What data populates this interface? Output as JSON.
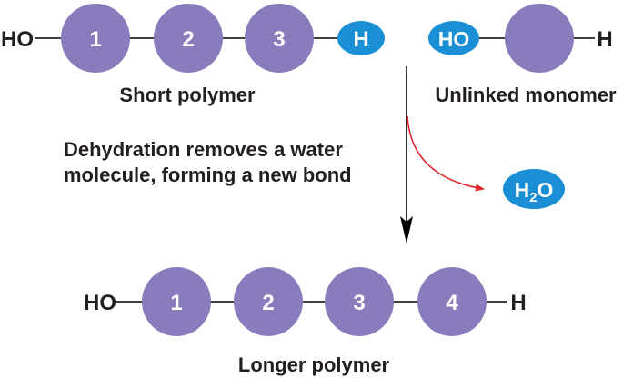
{
  "colors": {
    "monomer": "#8a7cbc",
    "hydrogen": "#1a8fd6",
    "bond": "#000000",
    "new_bond_arrow": "#e0242b",
    "label_text": "#231f20",
    "circle_text": "#ffffff"
  },
  "short_polymer": {
    "left_end": "HO",
    "monomers": [
      "1",
      "2",
      "3"
    ],
    "right_end": "H",
    "caption": "Short polymer"
  },
  "unlinked_monomer": {
    "left_end": "HO",
    "monomer_label": "",
    "right_end": "H",
    "caption": "Unlinked monomer"
  },
  "reaction": {
    "description_line1": "Dehydration removes a water",
    "description_line2": "molecule, forming a new bond",
    "product_main": "H",
    "product_subscript": "2",
    "product_tail": "O"
  },
  "longer_polymer": {
    "left_end": "HO",
    "monomers": [
      "1",
      "2",
      "3",
      "4"
    ],
    "right_end": "H",
    "caption": "Longer polymer"
  }
}
